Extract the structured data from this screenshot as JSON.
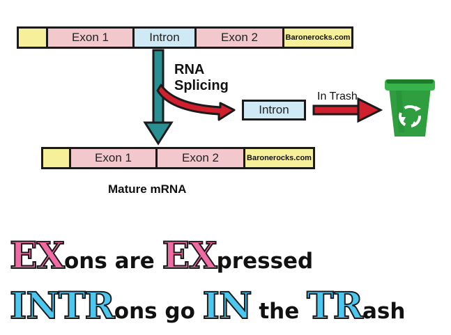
{
  "pre_mrna": {
    "exon1": "Exon 1",
    "intron": "Intron",
    "exon2": "Exon 2",
    "watermark": "Baronerocks.com"
  },
  "splicing_label": [
    "RNA",
    "Splicing"
  ],
  "spliced_intron": "Intron",
  "trash_label": "In Trash",
  "mature_mrna": {
    "exon1": "Exon 1",
    "exon2": "Exon 2",
    "watermark": "Baronerocks.com"
  },
  "mature_label": "Mature mRNA",
  "slogan1": {
    "a": "EX",
    "b": "ons are ",
    "c": "EX",
    "d": "pressed"
  },
  "slogan2": {
    "a": "INTR",
    "b": "ons go ",
    "c": "IN",
    "d": " the ",
    "e": "TR",
    "f": "ash"
  },
  "colors": {
    "exon": "#f2c8cc",
    "intron": "#cfe9f5",
    "utr": "#f7f09a",
    "teal_arrow": "#2a8f92",
    "red_arrow": "#d0202e",
    "bin": "#2e9e3e",
    "pink": "#f06aa4",
    "blue": "#4cc8f0"
  },
  "icons": [
    "recycle-bin-icon"
  ]
}
